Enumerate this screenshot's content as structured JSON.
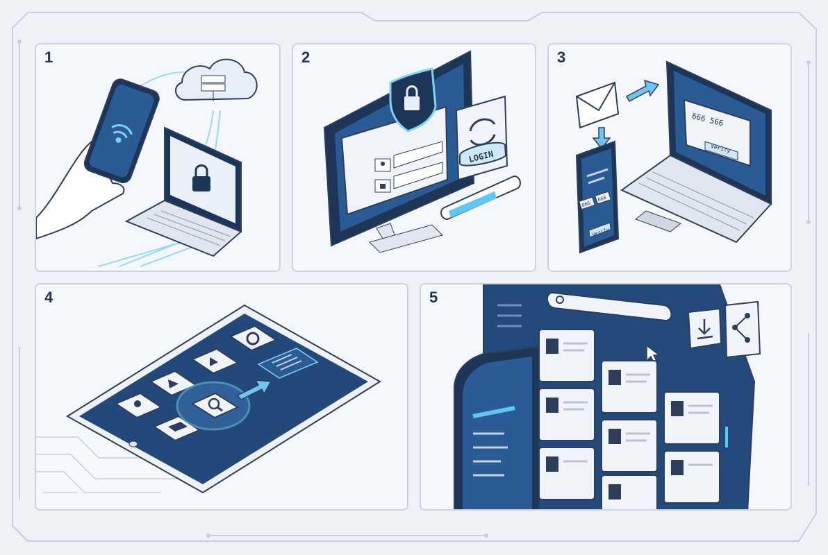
{
  "panels": [
    {
      "number": "1"
    },
    {
      "number": "2",
      "login_label": "LOGIN"
    },
    {
      "number": "3",
      "code_text": "666 566",
      "verify_label": "Verify",
      "phone_code_a": "066",
      "phone_code_b": "666",
      "phone_verify_label": "Verify"
    },
    {
      "number": "4"
    },
    {
      "number": "5"
    }
  ],
  "colors": {
    "navy": "#1d3557",
    "screen": "#234a7a",
    "glow": "#5ec8f2",
    "panel_bg": "#f4f7fb",
    "stroke": "#2c3e5a"
  },
  "icons": {
    "p1": [
      "phone-icon",
      "wifi-icon",
      "cloud-server-icon",
      "laptop-icon",
      "lock-icon"
    ],
    "p2": [
      "monitor-icon",
      "shield-lock-icon",
      "user-icon",
      "key-icon",
      "refresh-icon"
    ],
    "p3": [
      "envelope-icon",
      "arrow-icon",
      "laptop-icon",
      "phone-icon"
    ],
    "p4": [
      "tablet-icon",
      "gear-icon",
      "user-icon",
      "folder-icon",
      "search-icon"
    ],
    "p5": [
      "search-icon",
      "download-icon",
      "share-icon",
      "cursor-icon"
    ]
  }
}
